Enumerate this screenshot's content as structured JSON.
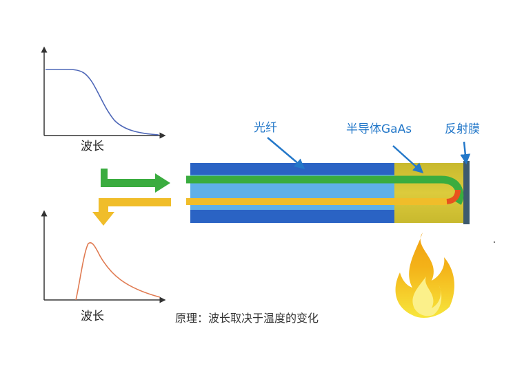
{
  "top_plot": {
    "xlabel": "波长"
  },
  "bottom_plot": {
    "xlabel": "波长"
  },
  "labels": {
    "fiber": "光纤",
    "semiconductor": "半导体GaAs",
    "reflective_film": "反射膜"
  },
  "caption": "原理：波长取决于温度的变化",
  "colors": {
    "fiber_blue": "#2a63c4",
    "fiber_light_blue": "#5fb0e8",
    "semiconductor_yellow": "#d7c537",
    "green_signal": "#3aac3f",
    "yellow_signal": "#f0bd2a",
    "label_blue": "#2478c9",
    "top_curve": "#4f68b8",
    "bottom_curve": "#e07b52",
    "flame": "#f4b218"
  },
  "icons": {
    "incoming_signal": "arrow-right-icon",
    "returning_signal": "arrow-down-icon",
    "heat_source": "flame-icon"
  }
}
